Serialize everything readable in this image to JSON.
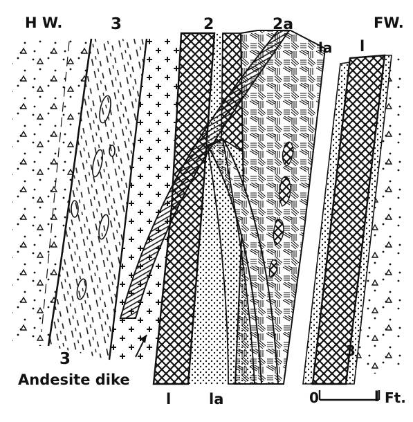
{
  "labels": {
    "hanging_wall": "H W.",
    "footwall": "FW.",
    "vein_3_top": "3",
    "vein_2": "2",
    "vein_2a": "2a",
    "vein_1a_top": "la",
    "vein_1_top": "l",
    "vein_3_bottom_left": "3",
    "vein_3_bottom_right": "3",
    "dike": "Andesite dike",
    "vein_1_bottom": "l",
    "vein_1a_bottom": "la"
  },
  "scale": {
    "zero": "0",
    "end": "l",
    "unit": "Ft."
  },
  "colors": {
    "ink": "#111111",
    "paper": "#ffffff"
  }
}
